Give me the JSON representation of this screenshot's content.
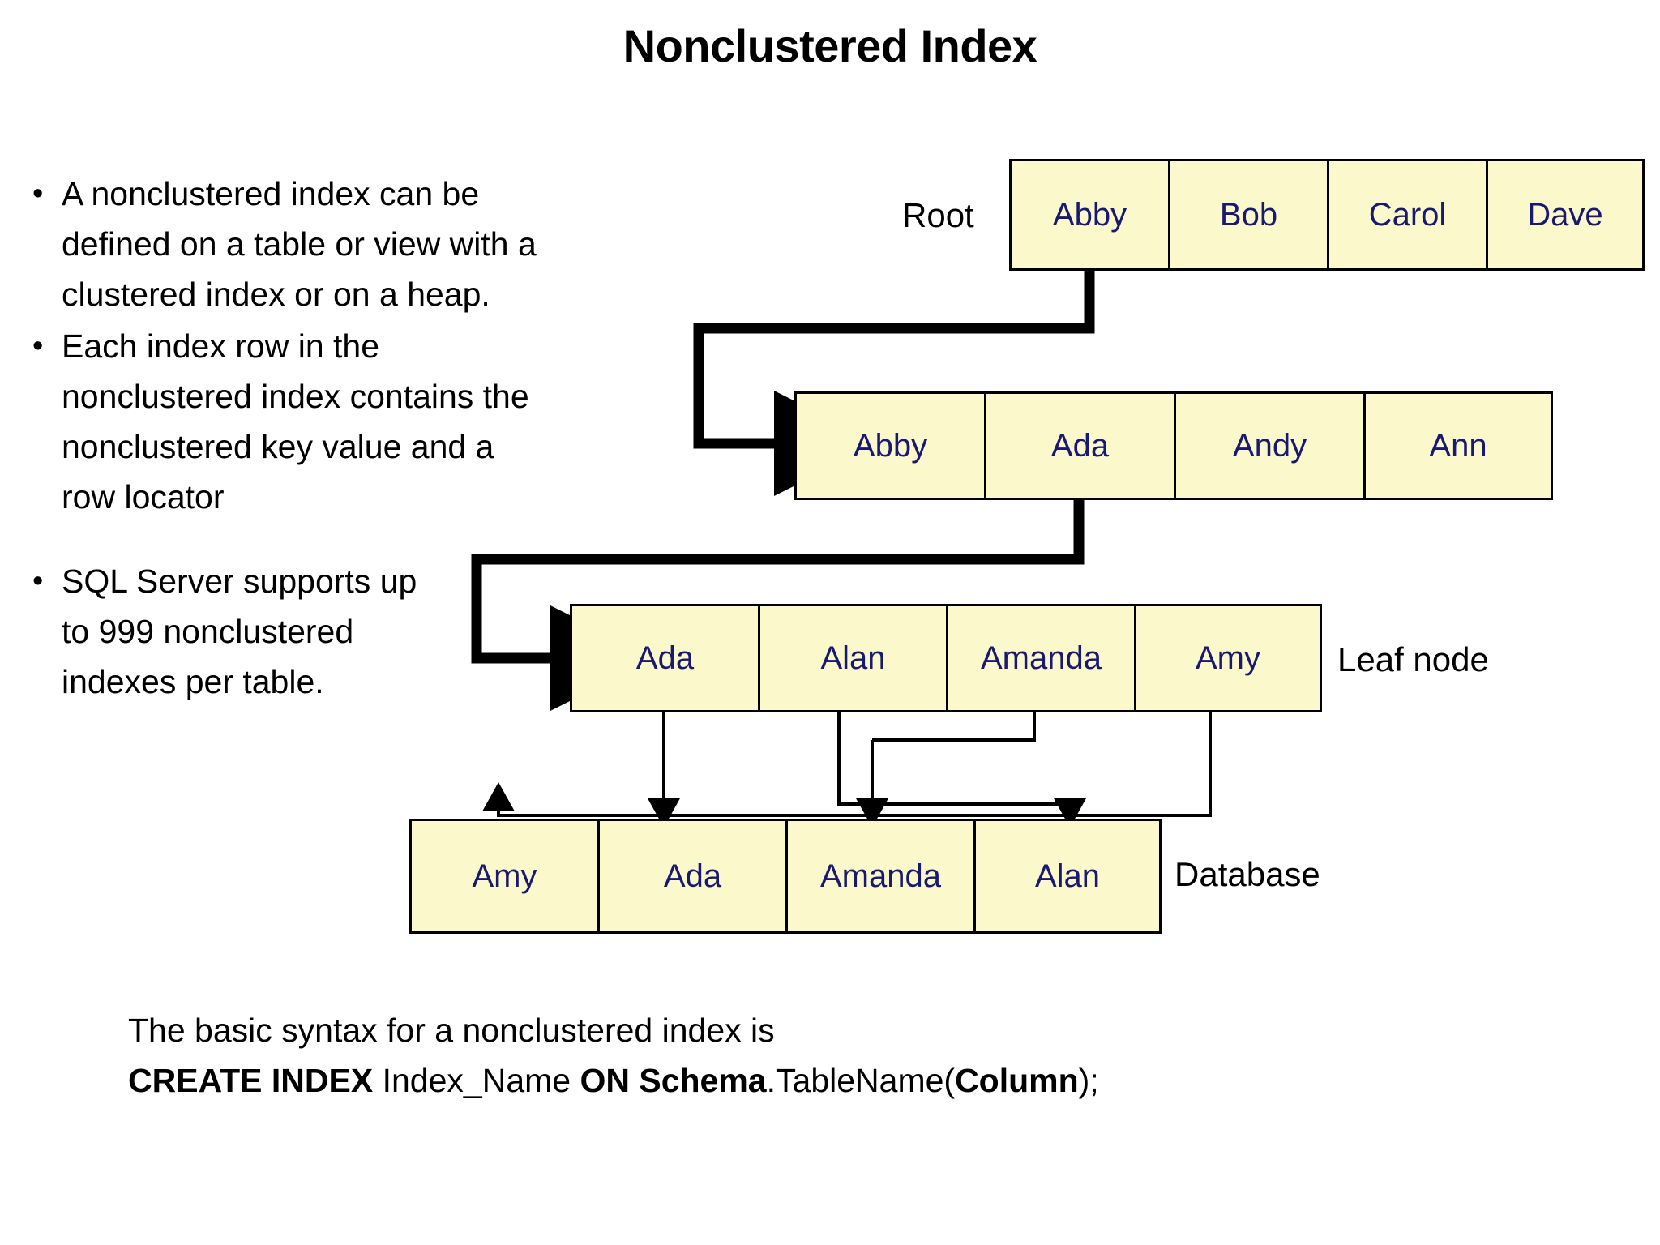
{
  "title": "Nonclustered Index",
  "bullets": [
    {
      "text": "A nonclustered index can be defined on a table or view with a clustered index or on a heap.",
      "spaced": false,
      "width": "wide"
    },
    {
      "text": "Each index row in the nonclustered index contains the nonclustered key value and a row locator",
      "spaced": false,
      "width": "wide"
    },
    {
      "text": "SQL Server supports up to 999 nonclustered indexes per table.",
      "spaced": true,
      "width": "narrow"
    }
  ],
  "labels": {
    "root": "Root",
    "leaf": "Leaf node",
    "database": "Database"
  },
  "rows": {
    "root": [
      "Abby",
      "Bob",
      "Carol",
      "Dave"
    ],
    "intermediate": [
      "Abby",
      "Ada",
      "Andy",
      "Ann"
    ],
    "leaf": [
      "Ada",
      "Alan",
      "Amanda",
      "Amy"
    ],
    "database": [
      "Amy",
      "Ada",
      "Amanda",
      "Alan"
    ]
  },
  "footer": {
    "line1": "The basic syntax for a nonclustered index is",
    "syntax": [
      {
        "t": "CREATE INDEX ",
        "bold": true
      },
      {
        "t": "Index_Name ",
        "bold": false
      },
      {
        "t": "ON Schema",
        "bold": true
      },
      {
        "t": ".TableName(",
        "bold": false
      },
      {
        "t": "Column",
        "bold": true
      },
      {
        "t": ");",
        "bold": false
      }
    ]
  },
  "colors": {
    "cell_fill": "#FBF8CC",
    "cell_border": "#000000",
    "cell_text": "#191970",
    "label_text": "#000000",
    "connector": "#000000"
  }
}
